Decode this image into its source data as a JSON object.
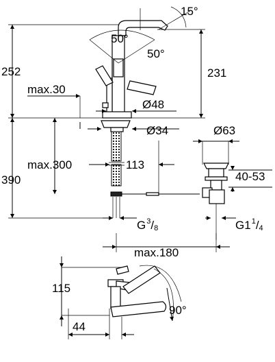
{
  "dimensions": {
    "angle_spout": "15°",
    "angle_left": "50°",
    "angle_right": "50°",
    "height_total": "252",
    "height_spout": "231",
    "pop_up_max": "max.30",
    "body_diameter": "Ø48",
    "hole_diameter": "Ø34",
    "mounting_max": "max.300",
    "rod_length": "113",
    "waste_diameter": "Ø63",
    "waste_height": "40-53",
    "total_below": "390",
    "connection_thread": {
      "base": "G",
      "sup": "3",
      "sub": "8"
    },
    "waste_thread": {
      "base": "G1",
      "sup": "1",
      "sub": "4"
    },
    "spout_reach": "max.180",
    "plan_depth": "115",
    "plan_offset": "44",
    "swivel_angle": "90°"
  }
}
